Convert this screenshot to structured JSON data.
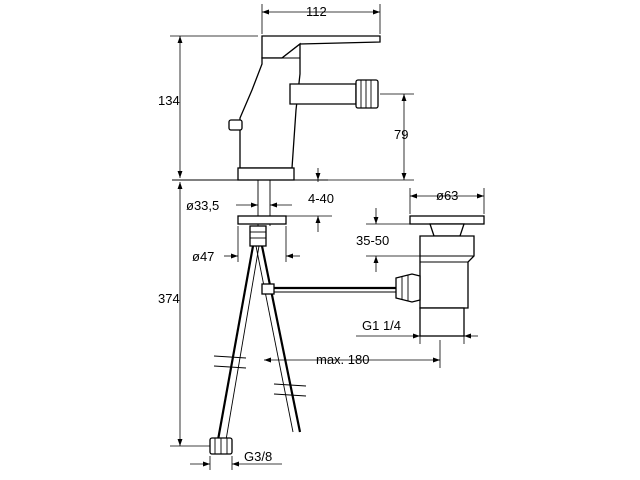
{
  "drawing": {
    "dimensions": {
      "overall_width": "112",
      "spout_height": "134",
      "spout_outlet_height": "79",
      "base_diameter": "ø33,5",
      "deck_thickness": "4-40",
      "flange_diameter": "ø47",
      "pipe_length": "374",
      "waste_diameter": "ø63",
      "waste_height": "35-50",
      "waste_thread": "G1 1/4",
      "rod_reach": "max. 180",
      "hose_thread": "G3/8"
    }
  }
}
